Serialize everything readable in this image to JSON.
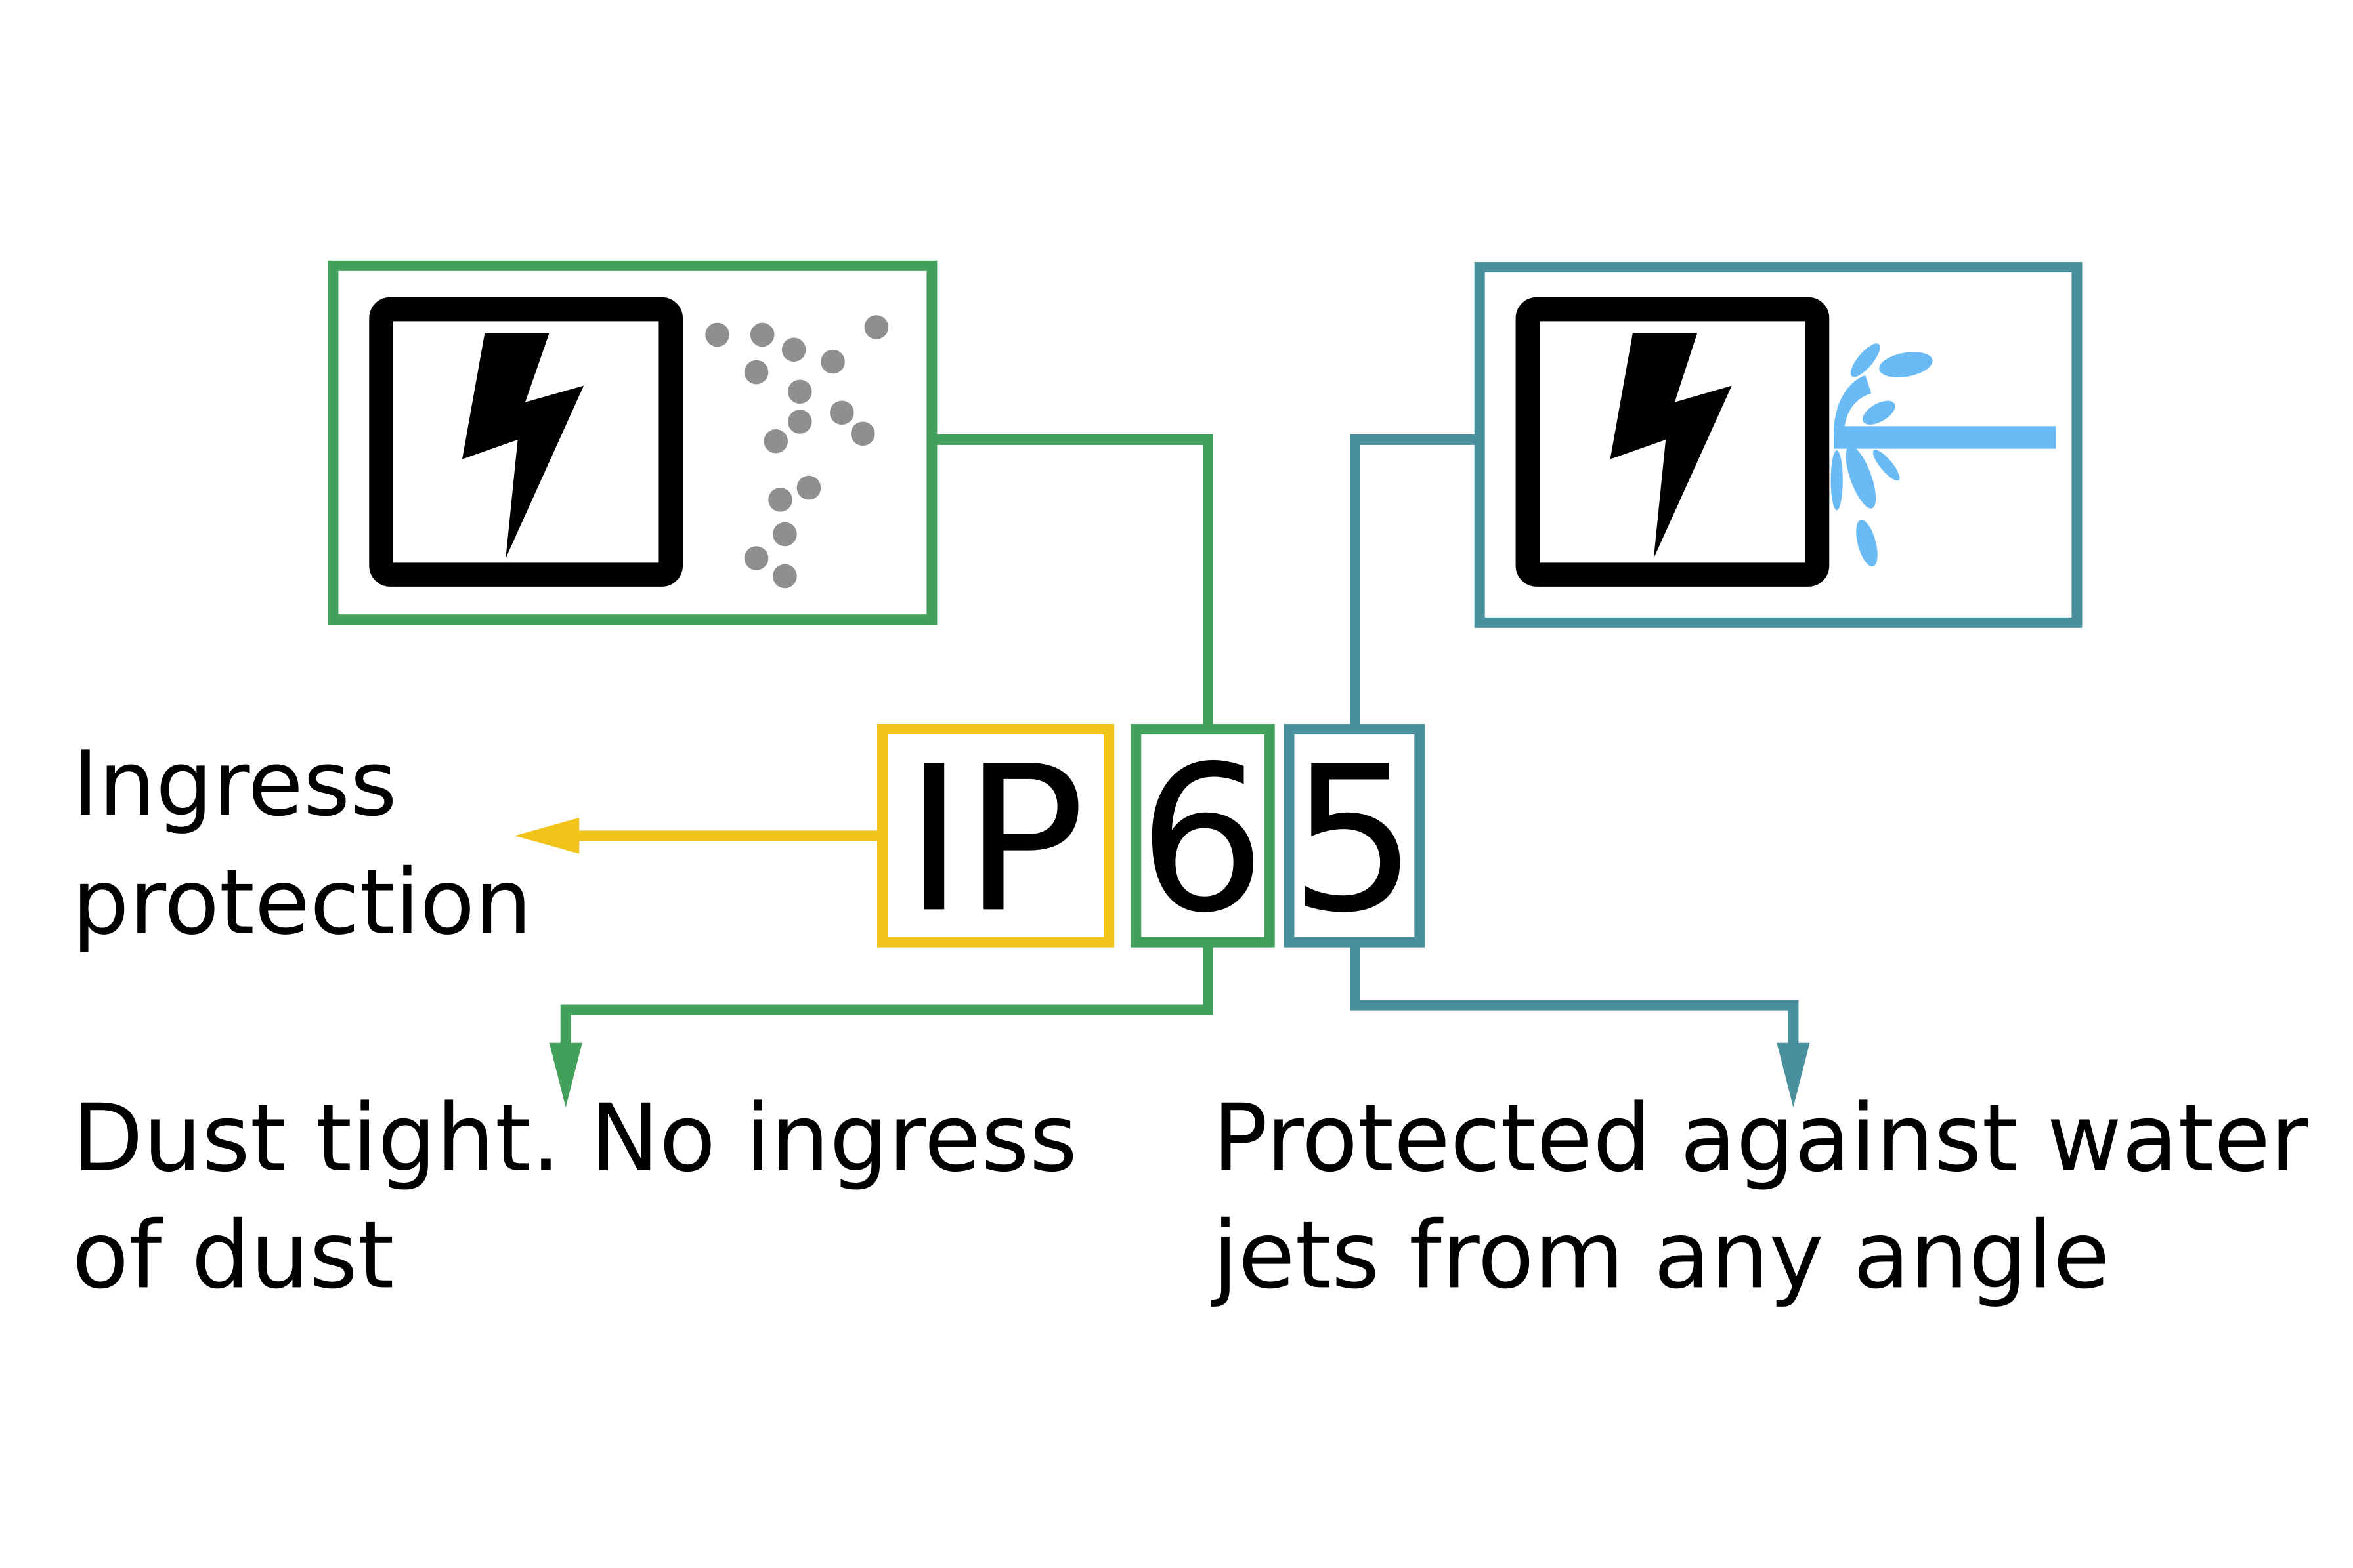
{
  "code": {
    "prefix": "IP",
    "first_digit": "6",
    "second_digit": "5"
  },
  "labels": {
    "prefix_line1": "Ingress",
    "prefix_line2": "protection",
    "dust_line1": "Dust tight. No ingress",
    "dust_line2": "of dust",
    "water_line1": "Protected against water",
    "water_line2": "jets from any angle"
  },
  "icons": {
    "dust": "device-with-dust-particles-icon",
    "water": "device-with-water-jet-icon"
  },
  "colors": {
    "prefix": "#f0c419",
    "dust": "#43a05a",
    "water": "#4a8f9e",
    "water_jet": "#69baf5",
    "dust_particles": "#8f8f8f"
  }
}
